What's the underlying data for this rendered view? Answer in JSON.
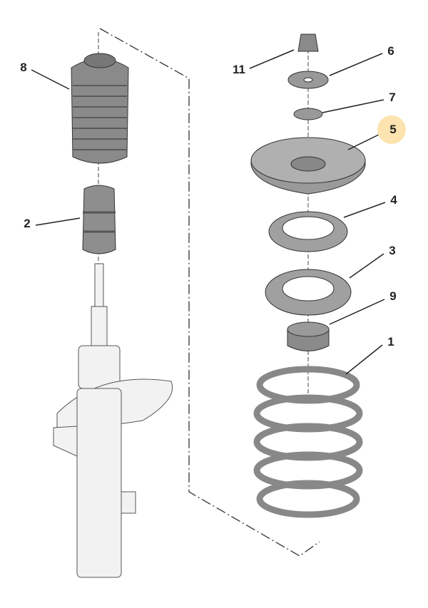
{
  "diagram": {
    "title": "Front suspension strut exploded view",
    "highlight_color": "#fde3b0",
    "highlighted_callout": "5",
    "callouts": [
      "8",
      "2",
      "11",
      "6",
      "7",
      "5",
      "4",
      "3",
      "9",
      "1"
    ]
  }
}
